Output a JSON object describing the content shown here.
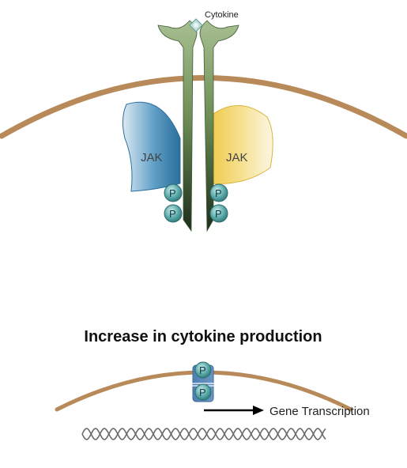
{
  "labels": {
    "cytokine": "Cytokine",
    "jak_left": "JAK",
    "jak_right": "JAK",
    "phospho": "P",
    "outcome_title": "Increase in cytokine production",
    "gene_transcription": "Gene Transcription"
  },
  "colors": {
    "membrane": "#b88a5a",
    "receptor": "#7a9a62",
    "receptor_dark": "#2f4a2a",
    "jak_left": "#3a87b3",
    "jak_right": "#f1cf5c",
    "phospho": "#5ba6a6",
    "dna": "#666666"
  }
}
